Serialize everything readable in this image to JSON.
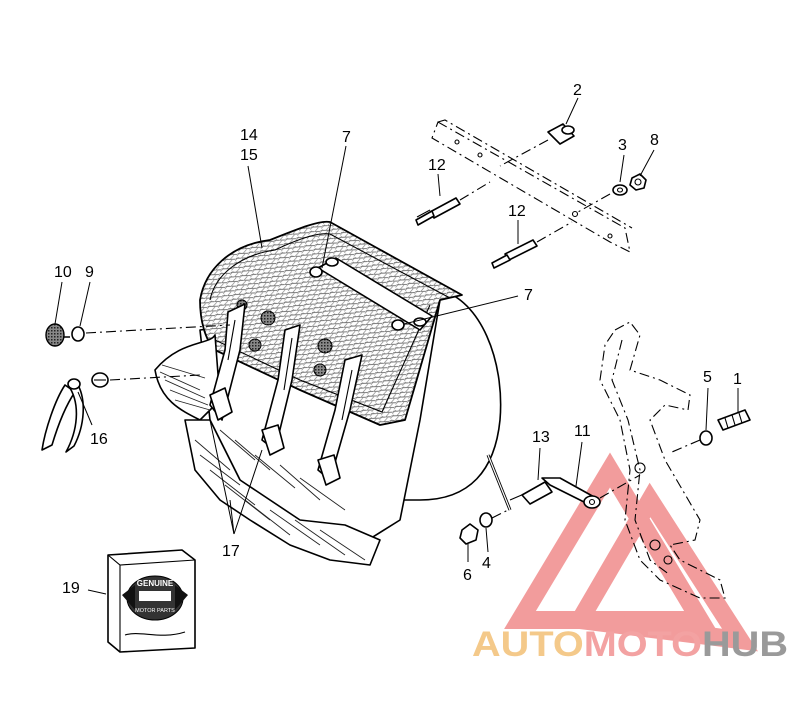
{
  "callouts": {
    "c1": "1",
    "c2": "2",
    "c3": "3",
    "c4": "4",
    "c5": "5",
    "c6": "6",
    "c7a": "7",
    "c7b": "7",
    "c8": "8",
    "c9": "9",
    "c10": "10",
    "c11": "11",
    "c12a": "12",
    "c12b": "12",
    "c13": "13",
    "c14": "14",
    "c15": "15",
    "c16": "16",
    "c17": "17",
    "c19": "19"
  },
  "kit_box": {
    "brand": "GENUINE",
    "tagline": "MOTOR PARTS"
  },
  "watermark": {
    "part1": "AUTO",
    "part2": "MOTO",
    "part3": "HUB",
    "color_part1": "#f4c98a",
    "color_part2": "#f3a2a2",
    "color_part3": "#9a9a9a",
    "triangle_color": "#f08b8b"
  },
  "colors": {
    "line": "#000000",
    "background": "#ffffff"
  }
}
